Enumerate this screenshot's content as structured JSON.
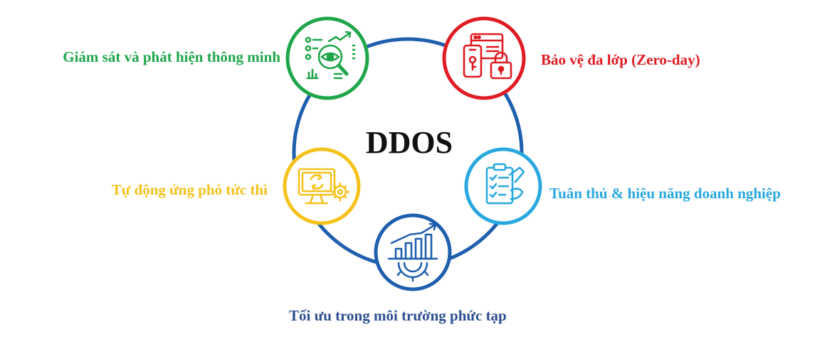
{
  "center_title": "DDOS",
  "colors": {
    "ring": "#1f5fae",
    "green": "#1fa64a",
    "red": "#e01b22",
    "blue_light": "#29a8df",
    "blue_dark": "#1f5fae",
    "yellow": "#f5c21b",
    "label_blue_dark": "#2c4f8f"
  },
  "nodes": [
    {
      "label": "Giám sát và phát hiện thông minh",
      "icon": "monitoring-eye-magnifier-icon",
      "color": "green"
    },
    {
      "label": "Bảo vệ đa lớp (Zero-day)",
      "icon": "phone-lock-shield-icon",
      "color": "red"
    },
    {
      "label": "Tuân thủ & hiệu năng doanh nghiệp",
      "icon": "clipboard-checklist-hand-icon",
      "color": "blue_light"
    },
    {
      "label": "Tối ưu trong môi trường phức tạp",
      "icon": "bar-chart-gear-icon",
      "color": "blue_dark"
    },
    {
      "label": "Tự động ứng phó tức thì",
      "icon": "monitor-sync-gear-icon",
      "color": "yellow"
    }
  ]
}
